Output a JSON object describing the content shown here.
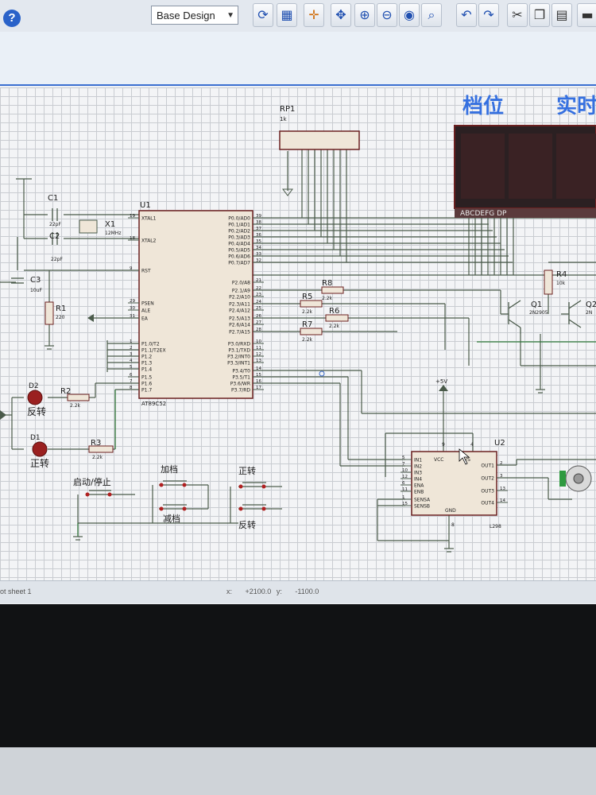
{
  "toolbar": {
    "help_label": "?",
    "layer_select": "Base Design"
  },
  "status": {
    "sheet": "ot sheet 1",
    "x_label": "x:",
    "x_value": "+2100.0",
    "y_label": "y:",
    "y_value": "-1100.0"
  },
  "schematic": {
    "header_left": "档位",
    "header_right": "实时",
    "rp1": {
      "ref": "RP1",
      "value": "1k"
    },
    "display_label": "ABCDEFG  DP",
    "u1": {
      "ref": "U1",
      "part": "AT89C52",
      "left_pins": [
        {
          "num": "19",
          "name": "XTAL1"
        },
        {
          "num": "18",
          "name": "XTAL2"
        },
        {
          "num": "9",
          "name": "RST"
        },
        {
          "num": "29",
          "name": "PSEN"
        },
        {
          "num": "30",
          "name": "ALE"
        },
        {
          "num": "31",
          "name": "EA"
        },
        {
          "num": "1",
          "name": "P1.0/T2"
        },
        {
          "num": "2",
          "name": "P1.1/T2EX"
        },
        {
          "num": "3",
          "name": "P1.2"
        },
        {
          "num": "4",
          "name": "P1.3"
        },
        {
          "num": "5",
          "name": "P1.4"
        },
        {
          "num": "6",
          "name": "P1.5"
        },
        {
          "num": "7",
          "name": "P1.6"
        },
        {
          "num": "8",
          "name": "P1.7"
        }
      ],
      "right_pins": [
        {
          "num": "39",
          "name": "P0.0/AD0"
        },
        {
          "num": "38",
          "name": "P0.1/AD1"
        },
        {
          "num": "37",
          "name": "P0.2/AD2"
        },
        {
          "num": "36",
          "name": "P0.3/AD3"
        },
        {
          "num": "35",
          "name": "P0.4/AD4"
        },
        {
          "num": "34",
          "name": "P0.5/AD5"
        },
        {
          "num": "33",
          "name": "P0.6/AD6"
        },
        {
          "num": "32",
          "name": "P0.7/AD7"
        },
        {
          "num": "21",
          "name": "P2.0/A8"
        },
        {
          "num": "22",
          "name": "P2.1/A9"
        },
        {
          "num": "23",
          "name": "P2.2/A10"
        },
        {
          "num": "24",
          "name": "P2.3/A11"
        },
        {
          "num": "25",
          "name": "P2.4/A12"
        },
        {
          "num": "26",
          "name": "P2.5/A13"
        },
        {
          "num": "27",
          "name": "P2.6/A14"
        },
        {
          "num": "28",
          "name": "P2.7/A15"
        },
        {
          "num": "10",
          "name": "P3.0/RXD"
        },
        {
          "num": "11",
          "name": "P3.1/TXD"
        },
        {
          "num": "12",
          "name": "P3.2/INT0"
        },
        {
          "num": "13",
          "name": "P3.3/INT1"
        },
        {
          "num": "14",
          "name": "P3.4/T0"
        },
        {
          "num": "15",
          "name": "P3.5/T1"
        },
        {
          "num": "16",
          "name": "P3.6/WR"
        },
        {
          "num": "17",
          "name": "P3.7/RD"
        }
      ]
    },
    "c1": {
      "ref": "C1",
      "value": "22pF"
    },
    "c2": {
      "ref": "C2",
      "value": "22pF"
    },
    "c3": {
      "ref": "C3",
      "value": "10uF"
    },
    "x1": {
      "ref": "X1",
      "value": "12MHz"
    },
    "r1": {
      "ref": "R1",
      "value": "220"
    },
    "r2": {
      "ref": "R2",
      "value": "2.2k"
    },
    "r3": {
      "ref": "R3",
      "value": "2.2k"
    },
    "r4": {
      "ref": "R4",
      "value": "10k"
    },
    "r5": {
      "ref": "R5",
      "value": "2.2k"
    },
    "r6": {
      "ref": "R6",
      "value": "2.2k"
    },
    "r7": {
      "ref": "R7",
      "value": "2.2k"
    },
    "r8": {
      "ref": "R8",
      "value": "2.2k"
    },
    "q1": {
      "ref": "Q1",
      "value": "2N2905"
    },
    "q2": {
      "ref": "Q2",
      "value": "2N"
    },
    "d1": {
      "ref": "D1",
      "label": "正转"
    },
    "d2": {
      "ref": "D2",
      "label": "反转"
    },
    "btn_start": "启动/停止",
    "btn_up": "加档",
    "btn_down": "减档",
    "btn_fwd": "正转",
    "btn_rev": "反转",
    "vcc_label": "+5V",
    "u2": {
      "ref": "U2",
      "part": "L298",
      "left_pins": [
        {
          "num": "5",
          "name": "IN1"
        },
        {
          "num": "7",
          "name": "IN2"
        },
        {
          "num": "10",
          "name": "IN3"
        },
        {
          "num": "12",
          "name": "IN4"
        },
        {
          "num": "6",
          "name": "ENA"
        },
        {
          "num": "11",
          "name": "ENB"
        },
        {
          "num": "1",
          "name": "SENSA"
        },
        {
          "num": "15",
          "name": "SENSB"
        }
      ],
      "right_pins": [
        {
          "num": "2",
          "name": "OUT1"
        },
        {
          "num": "3",
          "name": "OUT2"
        },
        {
          "num": "13",
          "name": "OUT3"
        },
        {
          "num": "14",
          "name": "OUT4"
        }
      ],
      "top_vcc": "VCC",
      "top_vs": "VS",
      "gnd": "GND",
      "vcc_pin": "9",
      "vs_pin": "4",
      "gnd_pin": "8"
    }
  }
}
